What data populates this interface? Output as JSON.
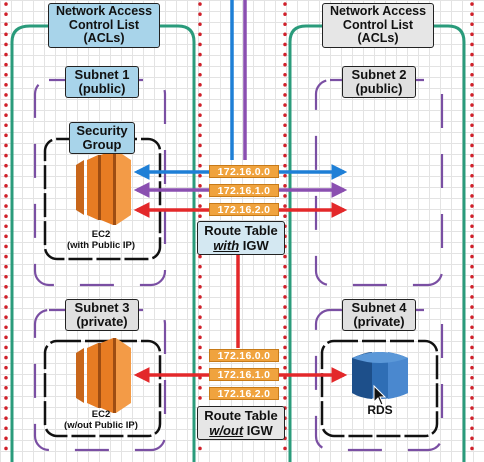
{
  "vpc_left": {
    "acl_label": [
      "Network Access",
      "Control List",
      "(ACLs)"
    ],
    "subnet1": {
      "label": [
        "Subnet 1",
        "(public)"
      ]
    },
    "security_group": {
      "label": [
        "Security",
        "Group"
      ]
    },
    "ec2_public": {
      "label": [
        "EC2",
        "(with Public IP)"
      ]
    },
    "subnet3": {
      "label": [
        "Subnet 3",
        "(private)"
      ]
    },
    "ec2_private": {
      "label": [
        "EC2",
        "(w/out Public IP)"
      ]
    }
  },
  "vpc_right": {
    "acl_label": [
      "Network Access",
      "Control List",
      "(ACLs)"
    ],
    "subnet2": {
      "label": [
        "Subnet 2",
        "(public)"
      ]
    },
    "subnet4": {
      "label": [
        "Subnet 4",
        "(private)"
      ]
    },
    "rds": {
      "label": "RDS"
    }
  },
  "route_table_igw": {
    "routes": [
      "172.16.0.0",
      "172.16.1.0",
      "172.16.2.0"
    ],
    "title_a": "Route Table",
    "title_b_em": "with",
    "title_b_rest": " IGW"
  },
  "route_table_no_igw": {
    "routes": [
      "172.16.0.0",
      "172.16.1.0",
      "172.16.2.0"
    ],
    "title_a": "Route Table",
    "title_b_em": "w/out",
    "title_b_rest": " IGW"
  },
  "colors": {
    "vpc_border": "#2a9b7b",
    "subnet_border": "#7a4fa3",
    "acl_dots": "#d0202a",
    "blue_route": "#1e7fd6",
    "purple_route": "#8a4fb0",
    "red_route": "#e3282a",
    "route_tag": "#f0a33e",
    "ec2": "#e77c23",
    "rds": "#2f6eb5"
  }
}
